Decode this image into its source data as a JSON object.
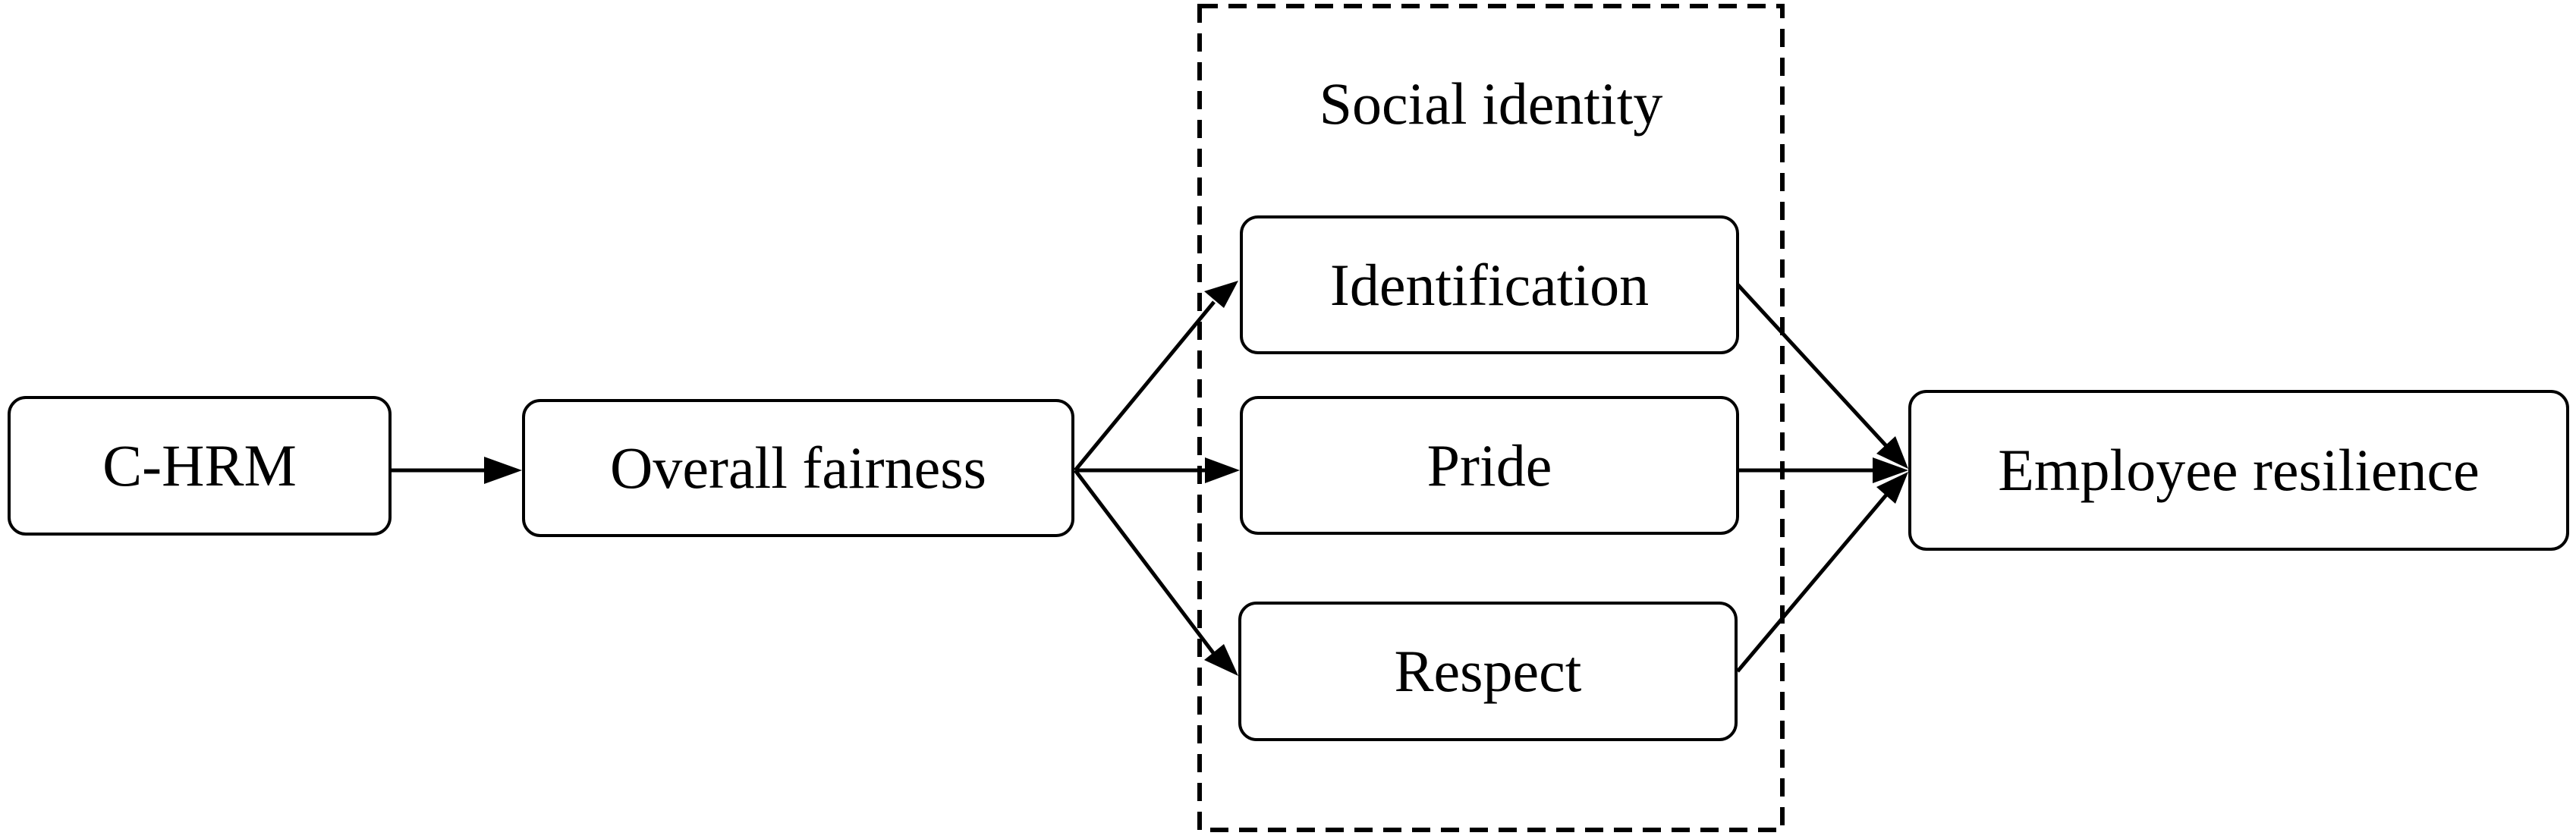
{
  "diagram": {
    "group": {
      "title": "Social identity"
    },
    "nodes": {
      "chrm": "C-HRM",
      "overall_fairness": "Overall fairness",
      "identification": "Identification",
      "pride": "Pride",
      "respect": "Respect",
      "employee_resilience": "Employee resilience"
    },
    "edges": [
      {
        "from": "chrm",
        "to": "overall_fairness"
      },
      {
        "from": "overall_fairness",
        "to": "identification"
      },
      {
        "from": "overall_fairness",
        "to": "pride"
      },
      {
        "from": "overall_fairness",
        "to": "respect"
      },
      {
        "from": "identification",
        "to": "employee_resilience"
      },
      {
        "from": "pride",
        "to": "employee_resilience"
      },
      {
        "from": "respect",
        "to": "employee_resilience"
      }
    ]
  },
  "colors": {
    "stroke": "#000000",
    "background": "#ffffff"
  }
}
